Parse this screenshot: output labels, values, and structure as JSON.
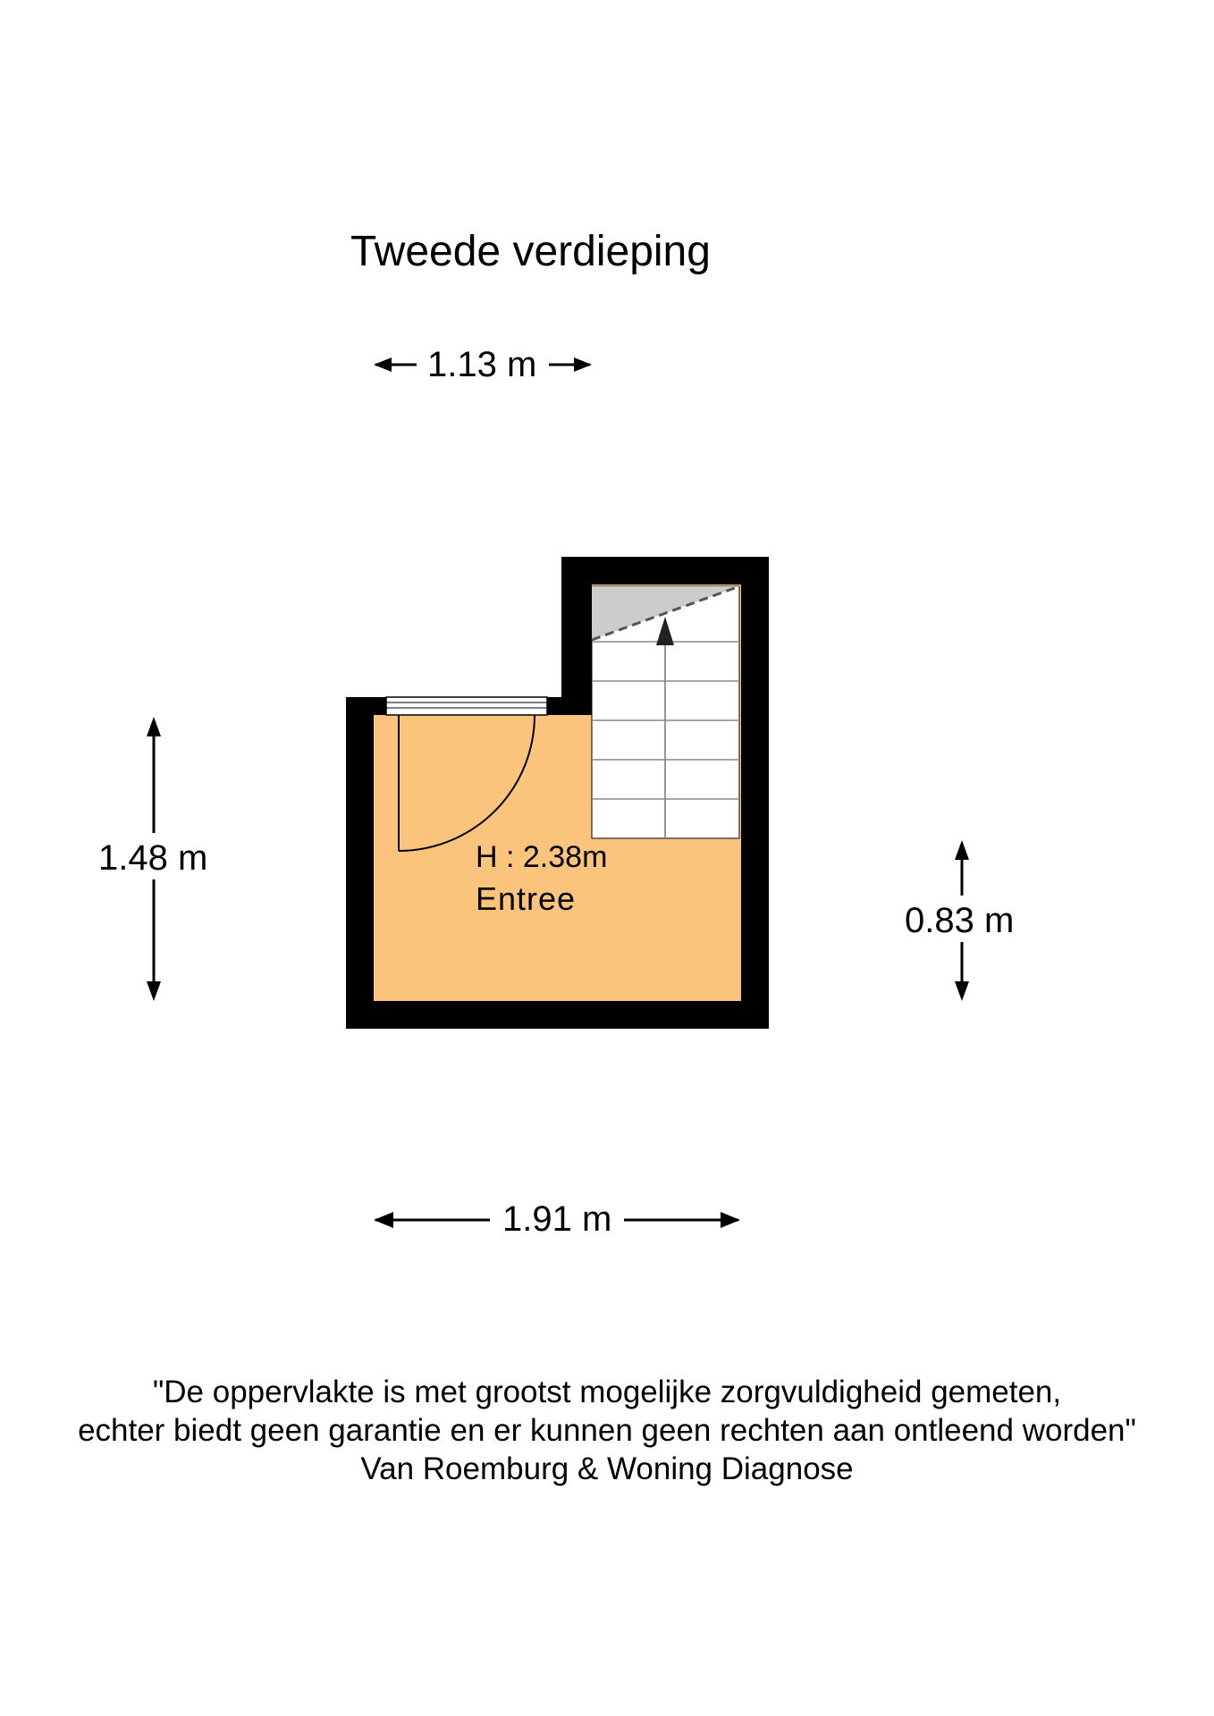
{
  "title": "Tweede verdieping",
  "dimensions": {
    "top": "1.13 m",
    "bottom": "1.91 m",
    "left": "1.48 m",
    "right": "0.83 m"
  },
  "room": {
    "height": "H : 2.38m",
    "name": "Entree"
  },
  "disclaimer": {
    "line1": "\"De oppervlakte is met grootst mogelijke zorgvuldigheid gemeten,",
    "line2": "echter biedt geen garantie en er kunnen geen rechten aan ontleend worden\"",
    "line3": "Van Roemburg & Woning Diagnose"
  },
  "colors": {
    "room_fill": "#FBC47D",
    "wall": "#000000",
    "stair_landing": "#CCCCCC"
  }
}
